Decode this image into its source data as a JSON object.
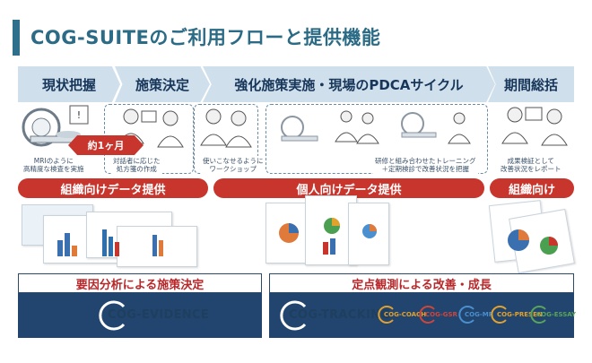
{
  "title": "COG-SUITEのご利用フローと提供機能",
  "phases": [
    "現状把握",
    "施策決定",
    "強化施策実施・現場のPDCAサイクル",
    "期間総括"
  ],
  "captions": {
    "mri": "MRIのように\n高精度な検査を実施",
    "policy": "対話者に応じた\n処方箋の作成",
    "workshop": "使いこなせるように\nワークショップ",
    "training": "研修と組み合わせたトレーニング\n＋定期検診で改善状況を把握",
    "report": "成果検証として\n改善状況をレポート"
  },
  "duration_badge": "約1ヶ月",
  "data_bars": [
    "組織向けデータ提供",
    "個人向けデータ提供",
    "組織向け"
  ],
  "outcomes": [
    "要因分析による施策決定",
    "定点観測による改善・成長"
  ],
  "products": {
    "evidence": "COG-EVIDENCE",
    "tracking": "COG-TRACKING",
    "coach": "COG-COACH",
    "gsr": "COG-GSR",
    "mr": "COG-MR",
    "presen": "COG-PRESEN",
    "essay": "COG-ESSAY"
  },
  "colors": {
    "accent_red": "#c8352d",
    "navy": "#21456e",
    "title_teal": "#2b6b86",
    "chevron_blue": "#cfe0ec",
    "coach": "#e0a030",
    "gsr": "#d0453a",
    "mr": "#4a8fd0",
    "presen": "#e2a22c",
    "essay": "#59a35a"
  }
}
